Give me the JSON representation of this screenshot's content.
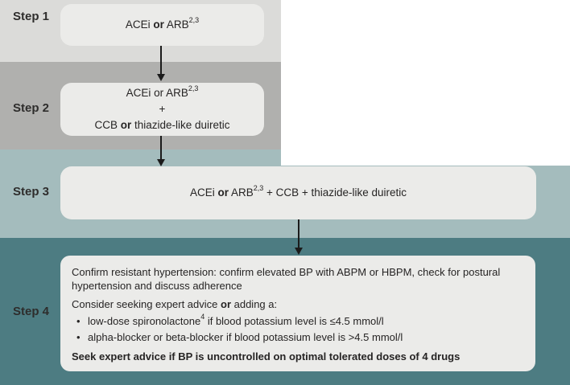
{
  "colors": {
    "band1": "#dbdbd9",
    "band2": "#b0b0ae",
    "band3": "#a4bcbd",
    "band4": "#4d7c82",
    "box": "#ebebe9",
    "text": "#262424"
  },
  "steps": {
    "step1": {
      "label": "Step 1",
      "box": {
        "pre": "ACEi ",
        "bold_or": "or",
        "post": " ARB",
        "sup": "2,3"
      }
    },
    "step2": {
      "label": "Step 2",
      "box": {
        "line1": "ACEi or ARB",
        "line1_sup": "2,3",
        "line2": "+",
        "line3_pre": "CCB ",
        "line3_bold_or": "or",
        "line3_post": " thiazide-like duiretic"
      }
    },
    "step3": {
      "label": "Step 3",
      "box": {
        "pre": "ACEi ",
        "bold_or": "or",
        "post": " ARB",
        "sup": "2,3",
        "tail": " + CCB + thiazide-like duiretic"
      }
    },
    "step4": {
      "label": "Step 4",
      "box": {
        "para1": "Confirm resistant hypertension: confirm elevated BP with ABPM or HBPM, check for postural hypertension and discuss adherence",
        "para2_pre": "Consider seeking expert advice ",
        "para2_bold_or": "or",
        "para2_post": " adding a:",
        "bullet_char": "•",
        "bullet1_pre": "low-dose spironolactone",
        "bullet1_sup": "4",
        "bullet1_post": " if blood potassium level is ≤4.5 mmol/l",
        "bullet2": "alpha-blocker or beta-blocker if blood potassium level is >4.5 mmol/l",
        "para3_bold": "Seek expert advice if BP is uncontrolled on optimal tolerated doses of 4 drugs"
      }
    }
  }
}
